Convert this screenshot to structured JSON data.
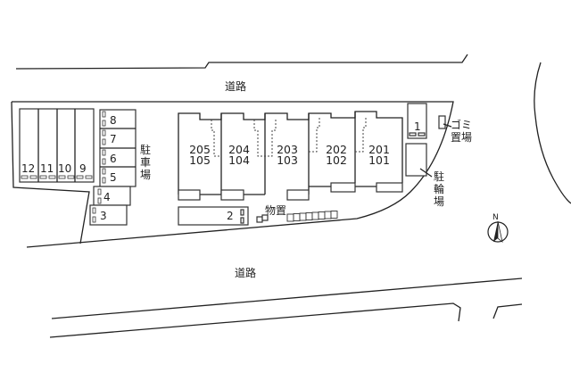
{
  "roads": {
    "top_label": "道路",
    "bottom_label": "道路"
  },
  "parking": {
    "label_chars": [
      "駐",
      "車",
      "場"
    ],
    "spaces": [
      "1",
      "2",
      "3",
      "4",
      "5",
      "6",
      "7",
      "8",
      "9",
      "10",
      "11",
      "12"
    ]
  },
  "units": [
    {
      "upper": "205",
      "lower": "105"
    },
    {
      "upper": "204",
      "lower": "104"
    },
    {
      "upper": "203",
      "lower": "103"
    },
    {
      "upper": "202",
      "lower": "102"
    },
    {
      "upper": "201",
      "lower": "101"
    }
  ],
  "storage_label": "物置",
  "garbage_label": {
    "line1": "ゴミ",
    "line2": "置場"
  },
  "bicycle_label_chars": [
    "駐",
    "輪",
    "場"
  ],
  "compass": {
    "label": "N"
  }
}
